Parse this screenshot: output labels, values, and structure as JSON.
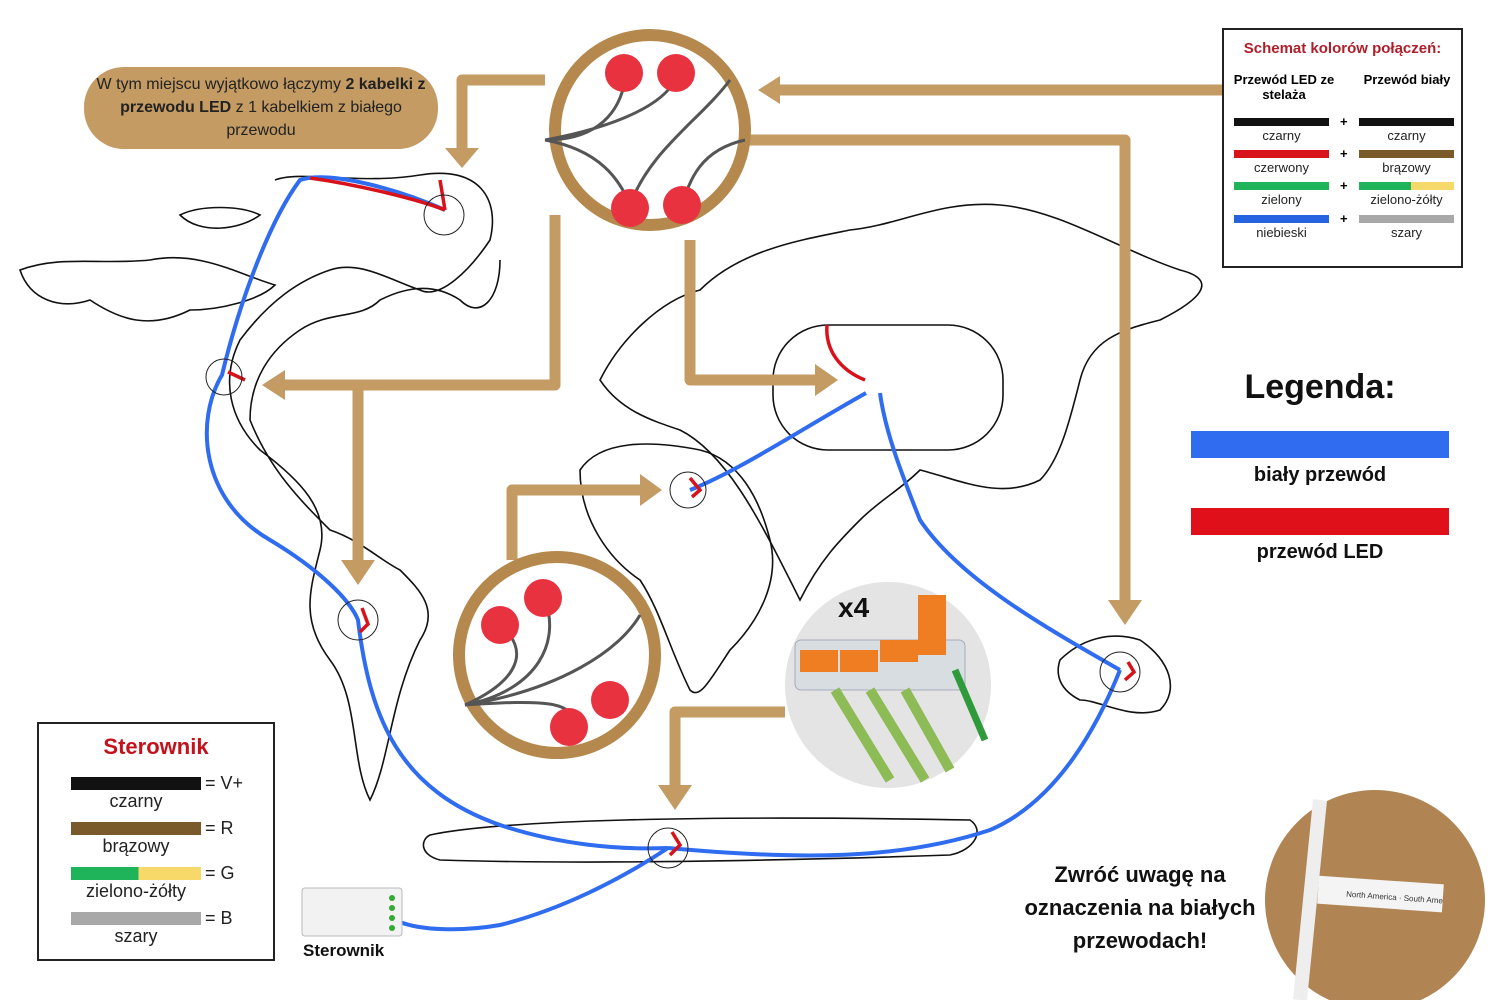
{
  "callout": {
    "part1": "W tym miejscu wyjątkowo łączymy ",
    "bold": "2 kabelki z przewodu LED",
    "part2": " z 1 kabelkiem z białego przewodu"
  },
  "schema": {
    "title": "Schemat kolorów połączeń:",
    "left_header": "Przewód LED ze stelaża",
    "right_header": "Przewód biały",
    "plus": "+",
    "rows": [
      {
        "left": "czarny",
        "left_color": "#111111",
        "right": "czarny",
        "right_color": "#111111"
      },
      {
        "left": "czerwony",
        "left_color": "#d8121b",
        "right": "brązowy",
        "right_color": "#7a5a2a"
      },
      {
        "left": "zielony",
        "left_color": "#1fb35a",
        "right": "zielono-żółty",
        "right_color": "#1fb35a",
        "right_color2": "#f7d96a"
      },
      {
        "left": "niebieski",
        "left_color": "#2563e0",
        "right": "szary",
        "right_color": "#a8a8a8"
      }
    ]
  },
  "legend": {
    "title": "Legenda:",
    "items": [
      {
        "label": "biały przewód",
        "color": "#2f6cf0"
      },
      {
        "label": "przewód LED",
        "color": "#e0101a"
      }
    ]
  },
  "controller_box": {
    "title": "Sterownik",
    "rows": [
      {
        "name": "czarny",
        "signal": "= V+",
        "color": "#111111"
      },
      {
        "name": "brązowy",
        "signal": "= R",
        "color": "#7a5a2a"
      },
      {
        "name": "zielono-żółty",
        "signal": "= G",
        "color": "#1fb35a",
        "color2": "#f7d96a"
      },
      {
        "name": "szary",
        "signal": "= B",
        "color": "#a8a8a8"
      }
    ]
  },
  "connector_count": "x4",
  "controller_label": "Sterownik",
  "note": "Zwróć uwagę na oznaczenia na białych przewodach!",
  "photo_tag": "North America · South Ame",
  "colors": {
    "arrow": "#c39b63",
    "white_wire": "#2f6cf0",
    "led_wire": "#d8121b"
  }
}
